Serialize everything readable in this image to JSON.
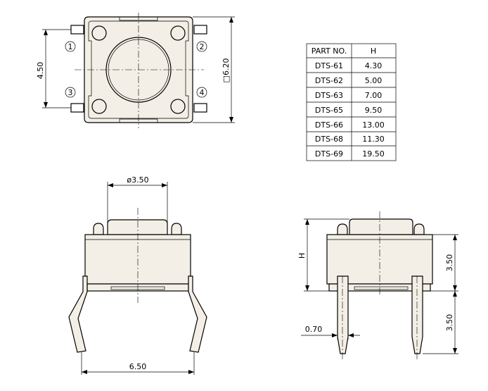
{
  "top_view": {
    "pin_labels": [
      "1",
      "2",
      "3",
      "4"
    ],
    "dim_pitch": "4.50",
    "dim_body": "□6.20"
  },
  "table": {
    "headers": [
      "PART NO.",
      "H"
    ],
    "rows": [
      [
        "DTS-61",
        "4.30"
      ],
      [
        "DTS-62",
        "5.00"
      ],
      [
        "DTS-63",
        "7.00"
      ],
      [
        "DTS-65",
        "9.50"
      ],
      [
        "DTS-66",
        "13.00"
      ],
      [
        "DTS-68",
        "11.30"
      ],
      [
        "DTS-69",
        "19.50"
      ]
    ]
  },
  "front_view": {
    "dim_button": "ø3.50",
    "dim_leads": "6.50"
  },
  "side_view": {
    "dim_height_label": "H",
    "dim_body_height": "3.50",
    "dim_lead_length": "3.50",
    "dim_lead_width": "0.70"
  }
}
